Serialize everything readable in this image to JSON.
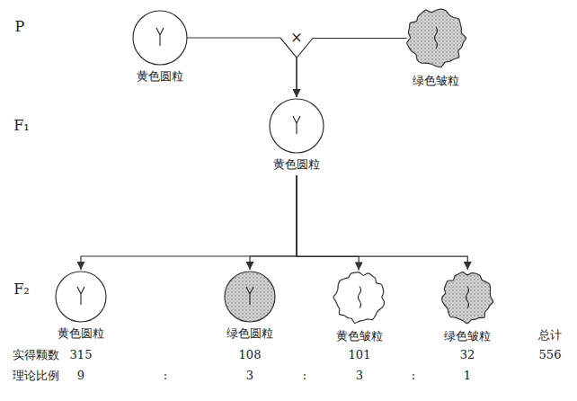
{
  "diagram": {
    "nodes": [
      {
        "text": [
          "黄色圆粒"
        ]
      },
      {
        "text": [
          "绿色皱粒"
        ]
      },
      {
        "text": [
          "黄色圆粒"
        ]
      },
      {
        "text": [
          "黄色圆粒"
        ]
      },
      {
        "text": [
          "绿色圆粒"
        ]
      },
      {
        "text": [
          "黄色皱粒"
        ]
      },
      {
        "text": [
          "绿色皱粒"
        ]
      }
    ],
    "edges": [
      {
        "from": 0,
        "to": 2,
        "arrow": "to"
      },
      {
        "from": 1,
        "to": 2,
        "arrow": "to"
      },
      {
        "from": 2,
        "to": 3,
        "arrow": "to"
      },
      {
        "from": 2,
        "to": 4,
        "arrow": "to"
      },
      {
        "from": 2,
        "to": 5,
        "arrow": "to"
      },
      {
        "from": 2,
        "to": 6,
        "arrow": "to"
      }
    ],
    "labels": [
      "P",
      "×",
      "F₁",
      "F₂",
      "实得颗数",
      "315",
      "108",
      "101",
      "32",
      "总计",
      "556",
      "理论比例",
      "9",
      ":",
      "3",
      ":",
      "3",
      ":",
      "1"
    ]
  }
}
